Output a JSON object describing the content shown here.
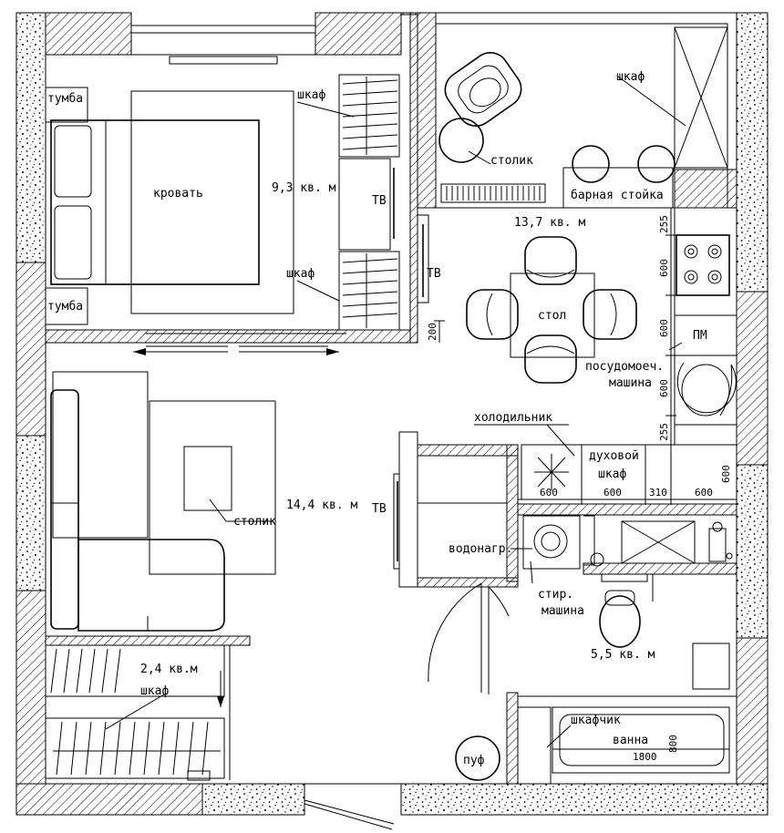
{
  "labels": {
    "tumba_top": "тумба",
    "tumba_bottom": "тумба",
    "shkaf_bed_top": "шкаф",
    "shkaf_bed_bottom": "шкаф",
    "bed": "кровать",
    "area_bedroom": "9,3 кв. м",
    "tv_bedroom": "ТВ",
    "tv_kitchen": "ТВ",
    "tv_living": "ТВ",
    "stolik_balcony": "столик",
    "shkaf_balcony": "шкаф",
    "bar": "барная стойка",
    "area_kitchen": "13,7 кв. м",
    "table": "стол",
    "pm": "ПМ",
    "dishwasher_line1": "посудомоеч.",
    "dishwasher_line2": "машина",
    "fridge": "холодильник",
    "oven_line1": "духовой",
    "oven_line2": "шкаф",
    "area_living": "14,4 кв. м",
    "stolik_living": "столик",
    "water_heater": "водонагр.",
    "washer_line1": "стир.",
    "washer_line2": "машина",
    "area_bath": "5,5 кв. м",
    "area_closet": "2,4 кв.м",
    "shkaf_closet": "шкаф",
    "shkafchik": "шкафчик",
    "bath": "ванна",
    "puf": "пуф"
  },
  "dimensions": {
    "k1": "255",
    "k2": "600",
    "k3": "600",
    "k4": "600",
    "k5": "255",
    "d200": "200",
    "h1": "600",
    "h2": "600",
    "h3": "310",
    "h4": "600",
    "h5": "600",
    "bath_len": "1800",
    "bath_w": "800"
  }
}
